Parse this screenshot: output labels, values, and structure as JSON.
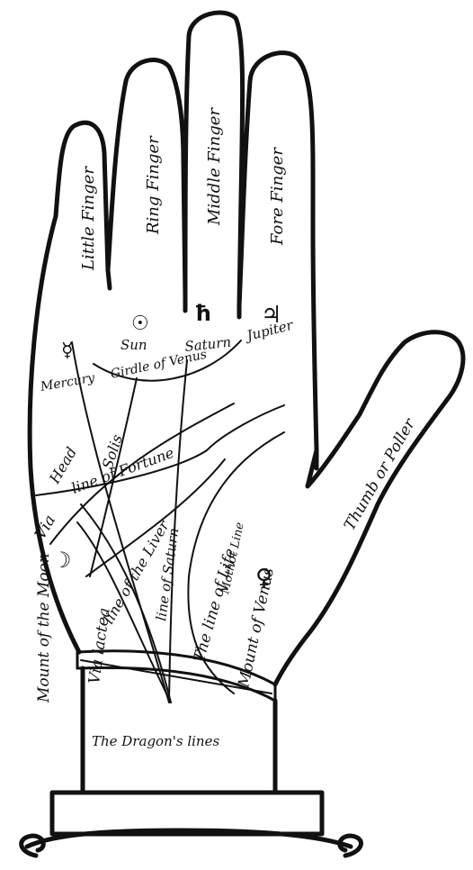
{
  "fingers": {
    "little": "Little Finger",
    "ring": "Ring Finger",
    "middle": "Middle Finger",
    "fore": "Fore Finger",
    "thumb": "Thumb or Poller"
  },
  "mounts": {
    "mercury": "Mercury",
    "sun": "Sun",
    "saturn": "Saturn",
    "jupiter": "Jupiter",
    "moon": "Mount of the Moon",
    "venus": "Mount of Venus",
    "mother_line": "Mothot Line"
  },
  "symbols": {
    "sun": "☉",
    "saturn": "ħ",
    "jupiter": "♃",
    "mercury": "☿",
    "moon": "☽",
    "venus": "♀"
  },
  "lines": {
    "girdle_venus": "Girdle of Venus",
    "solis": "Solis",
    "fortune": "line of Fortune",
    "liver": "line of the Liver",
    "head": "Head",
    "via_lactea_top": "Via",
    "line_of_the": "Line of the",
    "saturn_line": "line of Saturn",
    "life": "The line of Life",
    "via_lactea": "Via lactea",
    "dragons": "The Dragon's lines"
  }
}
